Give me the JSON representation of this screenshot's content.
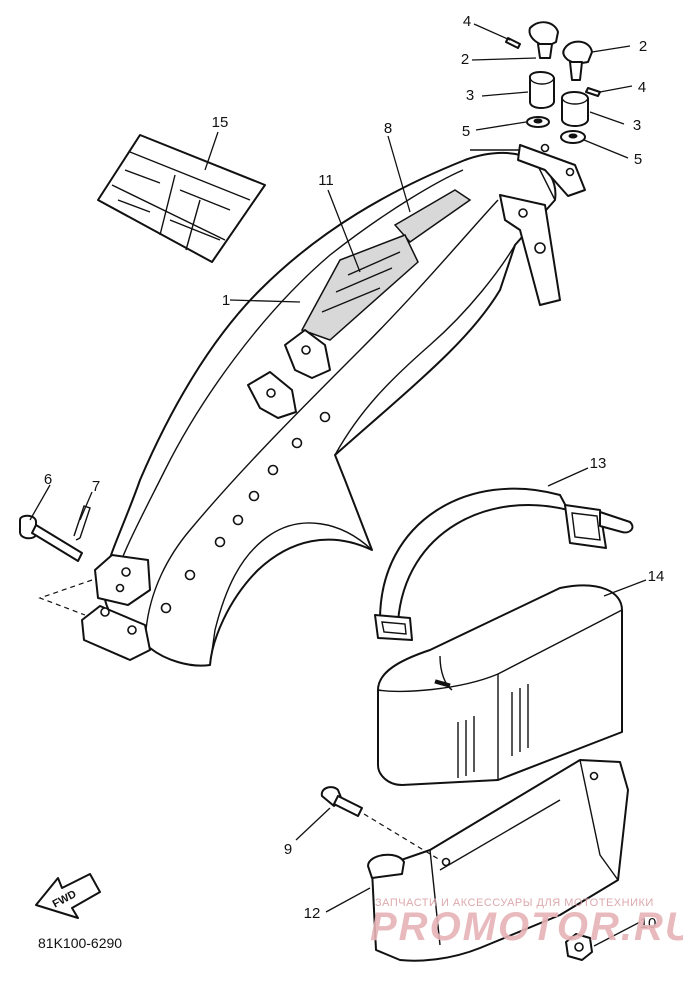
{
  "diagram": {
    "code": "81K100-6290",
    "direction_label": "FWD",
    "callouts": [
      {
        "id": "c1",
        "label": "1"
      },
      {
        "id": "c2a",
        "label": "2"
      },
      {
        "id": "c2b",
        "label": "2"
      },
      {
        "id": "c3a",
        "label": "3"
      },
      {
        "id": "c3b",
        "label": "3"
      },
      {
        "id": "c4a",
        "label": "4"
      },
      {
        "id": "c4b",
        "label": "4"
      },
      {
        "id": "c5a",
        "label": "5"
      },
      {
        "id": "c5b",
        "label": "5"
      },
      {
        "id": "c6",
        "label": "6"
      },
      {
        "id": "c7",
        "label": "7"
      },
      {
        "id": "c8",
        "label": "8"
      },
      {
        "id": "c9",
        "label": "9"
      },
      {
        "id": "c10",
        "label": "10"
      },
      {
        "id": "c11",
        "label": "11"
      },
      {
        "id": "c12",
        "label": "12"
      },
      {
        "id": "c13",
        "label": "13"
      },
      {
        "id": "c14",
        "label": "14"
      },
      {
        "id": "c15",
        "label": "15"
      }
    ]
  },
  "watermark": {
    "top_text": "ЗАПЧАСТИ И АКСЕССУАРЫ ДЛЯ МОТОТЕХНИКИ",
    "brand_text": "PROMOTOR.RU"
  }
}
